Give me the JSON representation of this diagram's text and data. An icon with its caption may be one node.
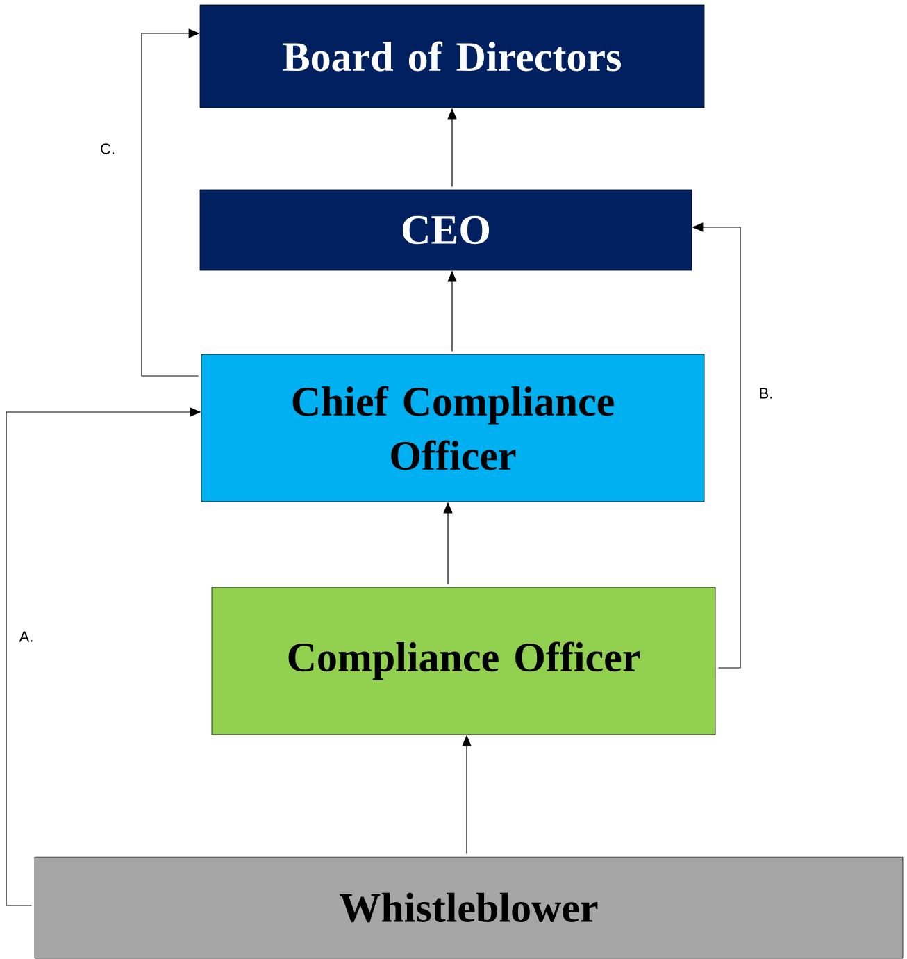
{
  "diagram": {
    "nodes": [
      {
        "text": [
          "Board of Directors"
        ]
      },
      {
        "text": [
          "CEO"
        ]
      },
      {
        "text": [
          "Chief Compliance Officer"
        ]
      },
      {
        "text": [
          "Compliance Officer"
        ]
      },
      {
        "text": [
          "Whistleblower"
        ]
      }
    ],
    "edges": [
      {
        "from": 1,
        "to": 0,
        "arrow": "to"
      },
      {
        "from": 2,
        "to": 1,
        "arrow": "to"
      },
      {
        "from": 3,
        "to": 2,
        "arrow": "to"
      },
      {
        "from": 4,
        "to": 3,
        "arrow": "to"
      },
      {
        "from": 4,
        "to": 2,
        "arrow": "to",
        "label": "A."
      },
      {
        "from": 3,
        "to": 1,
        "arrow": "to",
        "label": "B."
      },
      {
        "from": 2,
        "to": 0,
        "arrow": "to",
        "label": "C."
      }
    ]
  }
}
